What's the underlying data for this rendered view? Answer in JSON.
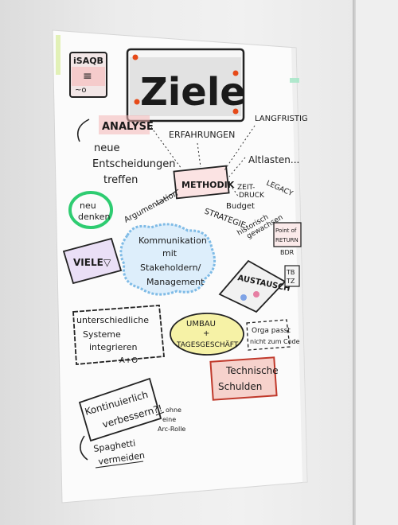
{
  "poster": {
    "logo": "iSAQB",
    "title": "Ziele",
    "notes": {
      "analyse": "ANALYSE",
      "erfahrungen": "ERFAHRUNGEN",
      "langfristig": "LANGFRISTIG",
      "neue_entscheidungen": [
        "neue",
        "Entscheidungen",
        "treffen"
      ],
      "methodik": "METHODIK",
      "altlasten": "Altlasten...",
      "legacy": "LEGACY",
      "zeitdruck": [
        "ZEIT-",
        "DRUCK"
      ],
      "budget": "Budget",
      "argumentation": "Argumentation",
      "neu_denken": [
        "neu",
        "denken"
      ],
      "strategie": "STRATEGIE",
      "historisch": [
        "historisch",
        "gewachsen"
      ],
      "point_of_return": [
        "Point of",
        "RETURN"
      ],
      "bdr": "BDR",
      "kommunikation": [
        "Kommunikation",
        "mit",
        "Stakeholdern/",
        "Management"
      ],
      "viele": "VIELE",
      "austausch": "AUSTAUSCH",
      "tb_tz": [
        "TB",
        "TZ"
      ],
      "systeme": [
        "unterschiedliche",
        "Systeme",
        "integrieren",
        "A+O"
      ],
      "umbau": [
        "UMBAU",
        "+",
        "TAGESGESCHÄFT"
      ],
      "orga": [
        "Orga passt",
        "nicht zum Code"
      ],
      "technische_schulden": [
        "Technische",
        "Schulden"
      ],
      "kontinuierlich": [
        "Kontinuierlich",
        "verbessern?!"
      ],
      "ohne_rolle": [
        "ohne",
        "eine",
        "Arc-Rolle"
      ],
      "spaghetti": [
        "Spaghetti",
        "vermeiden"
      ]
    }
  }
}
